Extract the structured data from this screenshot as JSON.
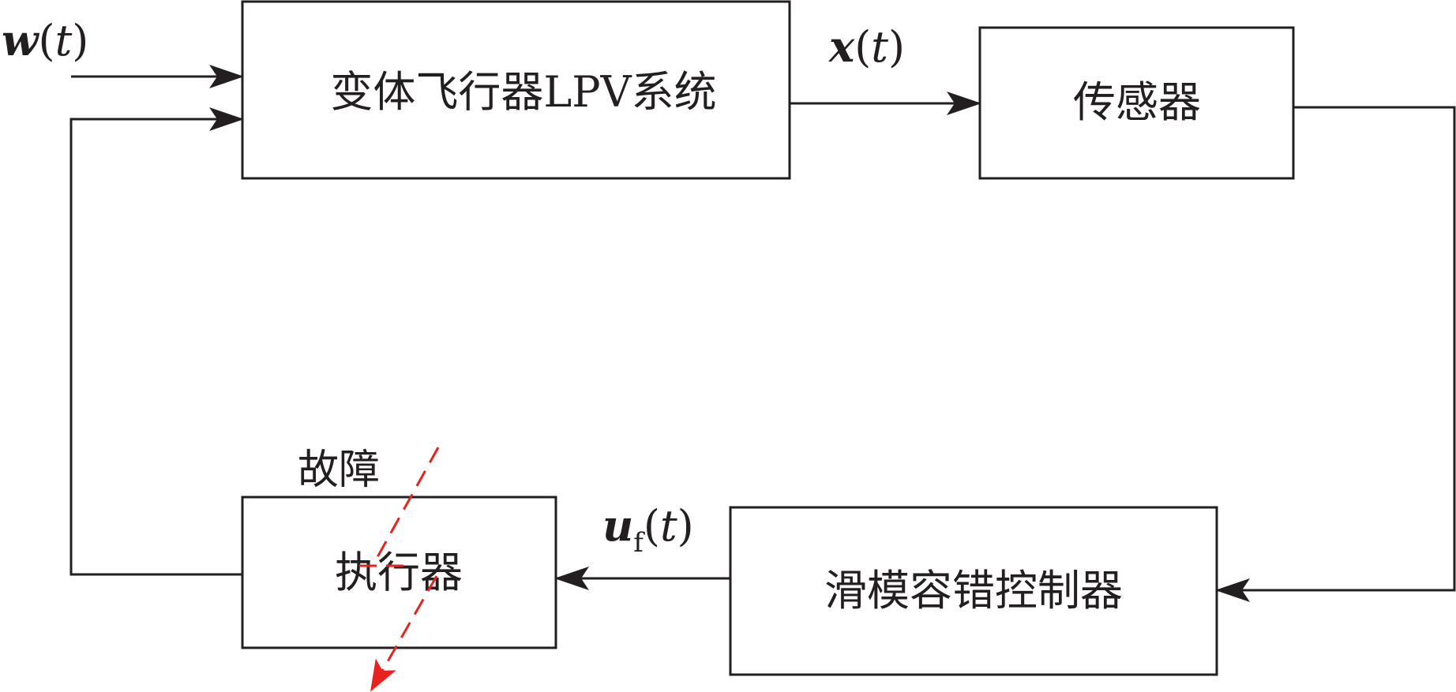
{
  "blocks": {
    "plant": "变体飞行器LPV系统",
    "sensor": "传感器",
    "controller": "滑模容错控制器",
    "actuator": "执行器"
  },
  "signals": {
    "disturbance_var": "w",
    "state_var": "x",
    "control_var": "u",
    "control_subscript": "f",
    "time_arg": "t",
    "open_paren": "(",
    "close_paren": ")"
  },
  "fault_label": "故障",
  "colors": {
    "line": "#231f20",
    "fault": "#e8231f"
  }
}
